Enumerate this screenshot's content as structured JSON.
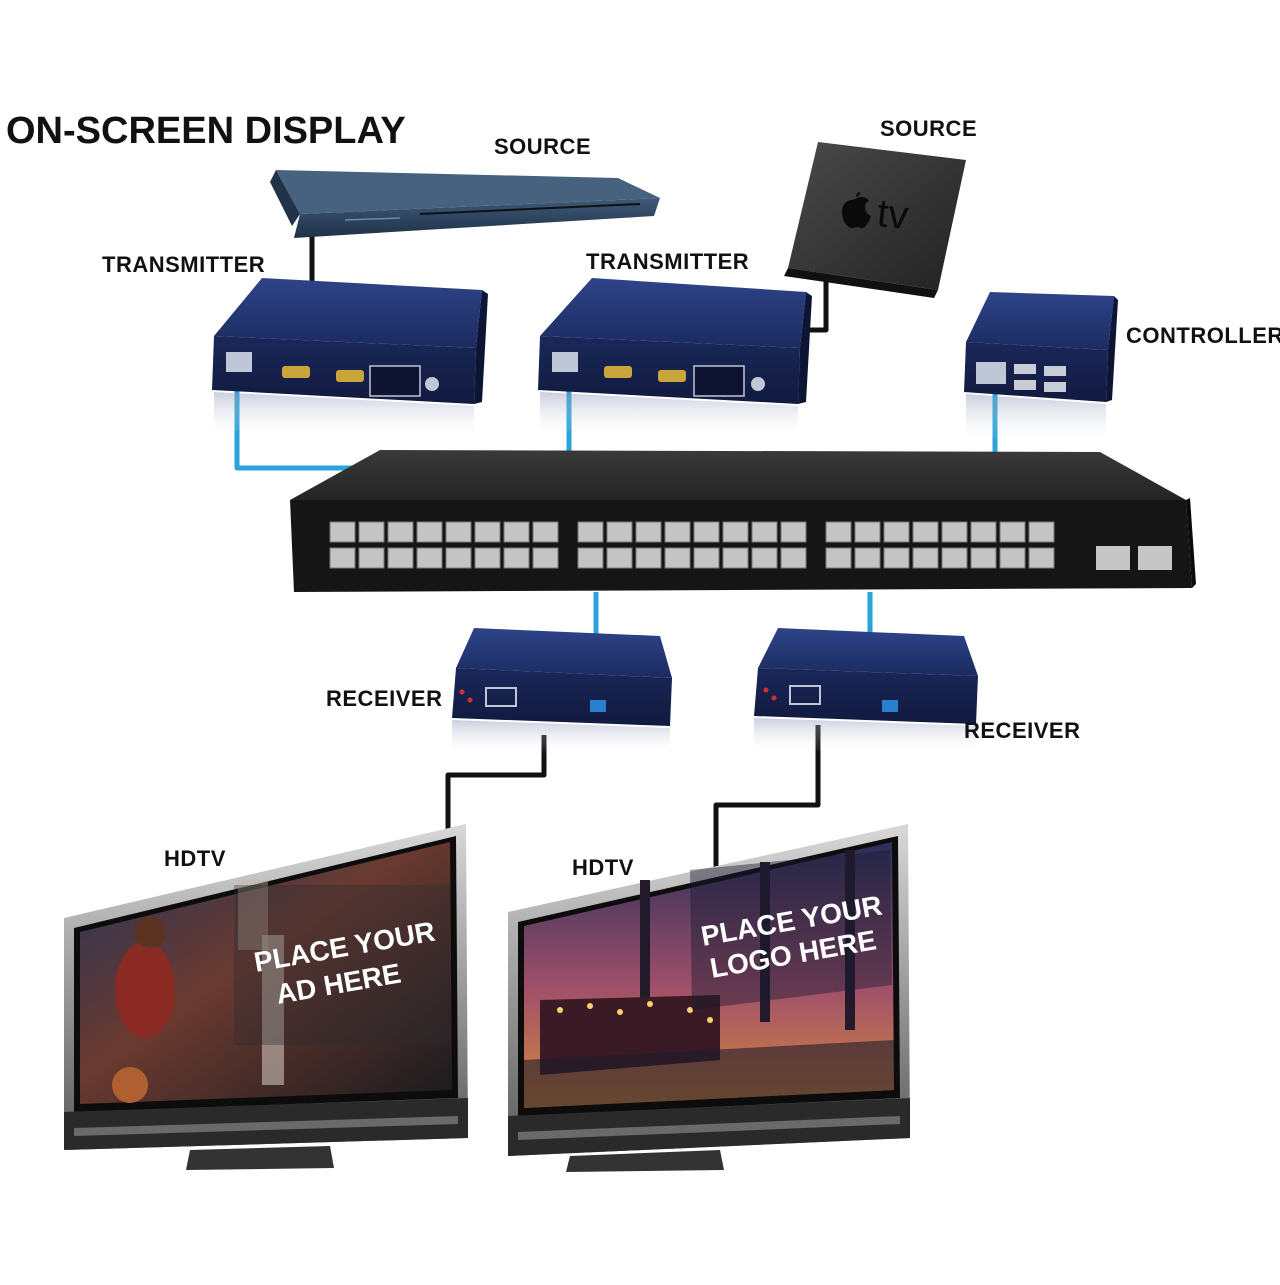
{
  "title": "ON-SCREEN DISPLAY",
  "labels": {
    "source_1": "SOURCE",
    "source_2": "SOURCE",
    "transmitter_1": "TRANSMITTER",
    "transmitter_2": "TRANSMITTER",
    "controller": "CONTROLLER",
    "receiver_1": "RECEIVER",
    "receiver_2": "RECEIVER",
    "hdtv_1": "HDTV",
    "hdtv_2": "HDTV"
  },
  "apple_tv_text": "tv",
  "screens": {
    "left": {
      "line1": "PLACE YOUR",
      "line2": "AD HERE"
    },
    "right": {
      "line1": "PLACE YOUR",
      "line2": "LOGO HERE"
    }
  },
  "colors": {
    "network_cable": "#2aa3d8",
    "hdmi_cable": "#111111",
    "device_blue": "#1f2f66",
    "switch_body": "#1a1a1a"
  },
  "icons": [
    "apple-logo-icon"
  ]
}
